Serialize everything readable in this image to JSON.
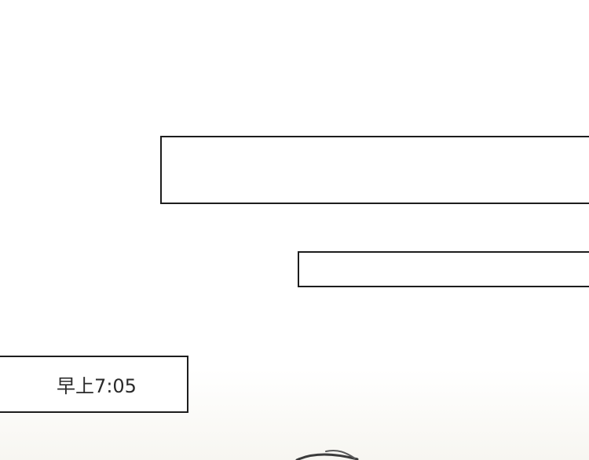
{
  "caption": {
    "time_text": "早上7:05"
  },
  "panels": [
    {
      "name": "speech-box-top",
      "text": ""
    },
    {
      "name": "speech-box-middle",
      "text": ""
    }
  ]
}
